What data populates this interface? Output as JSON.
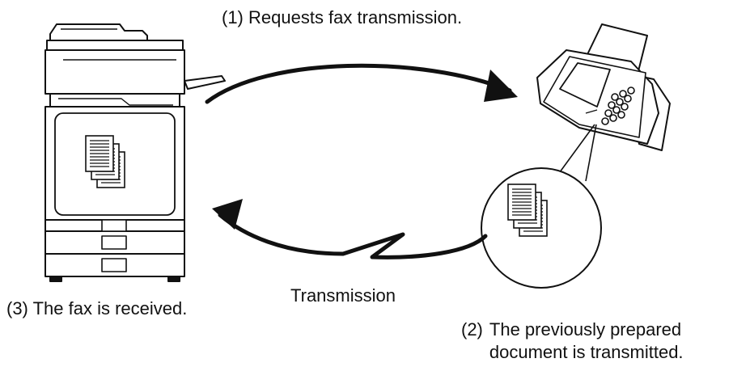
{
  "labels": {
    "step1": "(1) Requests fax transmission.",
    "step2_number": "(2)",
    "step2_line1": "The previously prepared",
    "step2_line2": "document is transmitted.",
    "step3": "(3) The fax is received.",
    "transmission": "Transmission"
  },
  "icons": {
    "left_device": "multifunction-printer-icon",
    "right_device": "fax-machine-icon",
    "documents": "document-stack-icon"
  },
  "colors": {
    "line": "#111111",
    "background": "#ffffff"
  }
}
